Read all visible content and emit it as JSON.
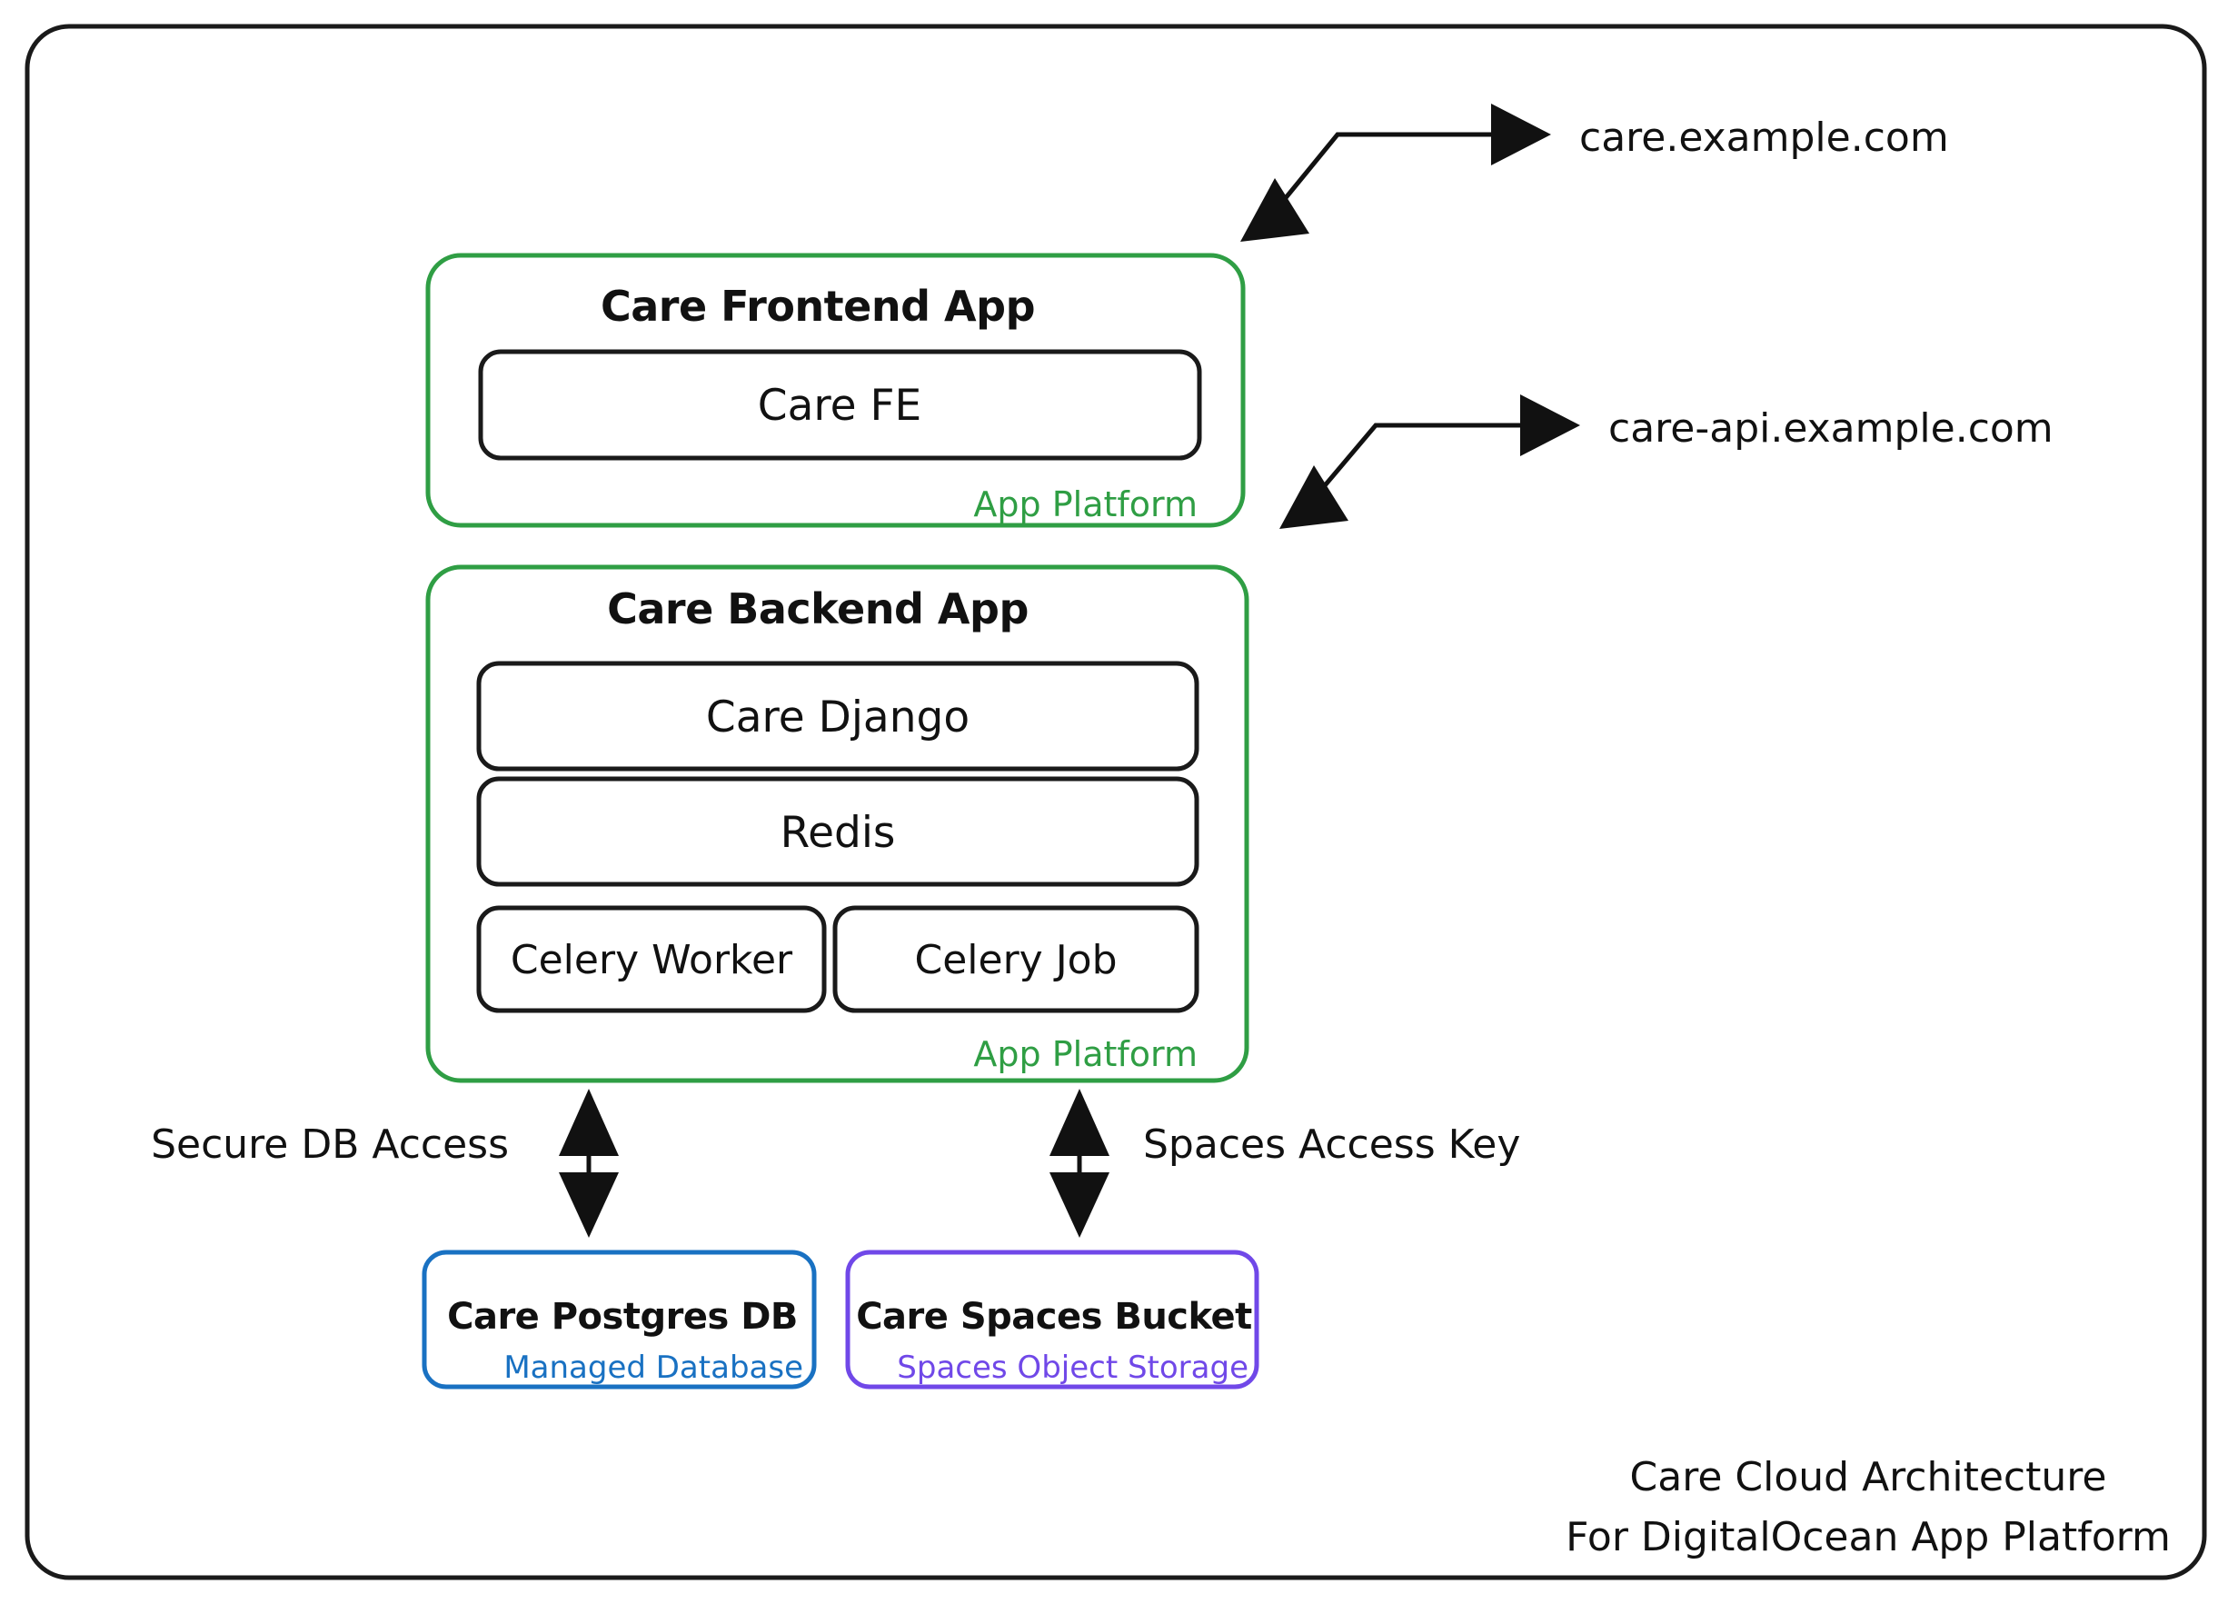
{
  "diagram": {
    "caption": {
      "line1": "Care Cloud Architecture",
      "line2": "For DigitalOcean App Platform"
    },
    "colors": {
      "app_platform_green": "#2f9e44",
      "managed_database_blue": "#1971c2",
      "spaces_purple": "#7048e8",
      "stroke_black": "#1a1a1a",
      "background": "#ffffff"
    },
    "groups": [
      {
        "title": "Care Frontend App",
        "platform_label": "App Platform",
        "nodes": [
          {
            "label": "Care FE"
          }
        ]
      },
      {
        "title": "Care Backend App",
        "platform_label": "App Platform",
        "nodes": [
          {
            "label": "Care Django"
          },
          {
            "label": "Redis"
          },
          {
            "label": "Celery Worker"
          },
          {
            "label": "Celery Job"
          }
        ]
      }
    ],
    "data_stores": [
      {
        "title": "Care Postgres DB",
        "subtitle": "Managed Database",
        "accent": "#1971c2"
      },
      {
        "title": "Care Spaces Bucket",
        "subtitle": "Spaces Object Storage",
        "accent": "#7048e8"
      }
    ],
    "endpoints": [
      {
        "label": "care.example.com"
      },
      {
        "label": "care-api.example.com"
      }
    ],
    "connections": [
      {
        "label": "Secure DB Access"
      },
      {
        "label": "Spaces Access Key"
      }
    ]
  }
}
